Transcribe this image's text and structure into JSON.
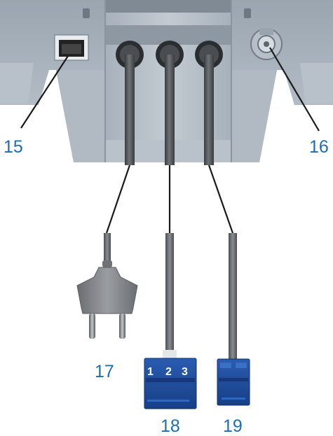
{
  "callouts": {
    "network_port": "15",
    "antenna_connector": "16",
    "power_plug": "17",
    "connector_123": "18",
    "connector_small": "19"
  },
  "connector_pins": [
    "1",
    "2",
    "3"
  ],
  "colors": {
    "callout_text": "#1d6db5",
    "device_body": "#a9b3bd",
    "connector_blue": "#1f4fa0",
    "cable": "#5a5d60",
    "plug_body": "#7d8084"
  }
}
